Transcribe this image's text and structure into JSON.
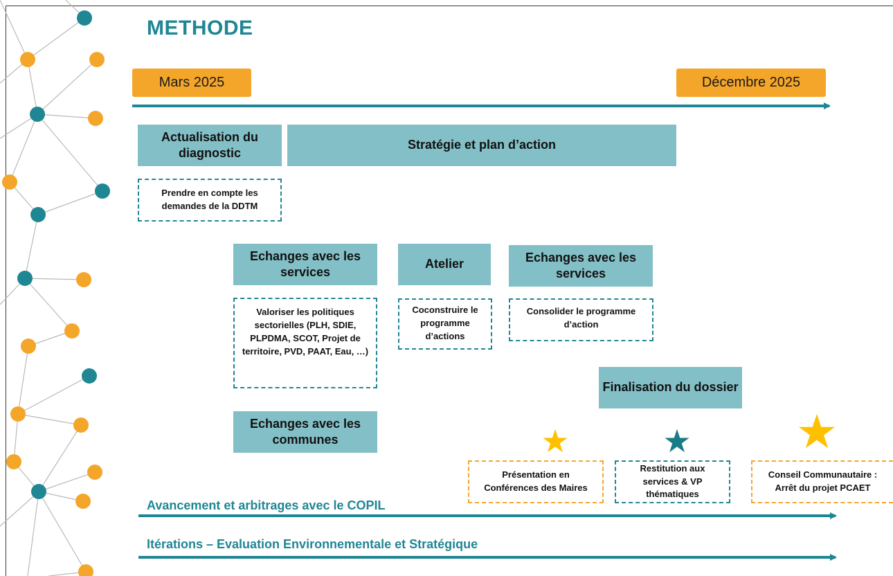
{
  "title": "METHODE",
  "timeline": {
    "start": "Mars 2025",
    "end": "Décembre 2025"
  },
  "phases": {
    "diagnostic": "Actualisation du diagnostic",
    "strategie": "Stratégie et plan d’action",
    "echanges_services_1": "Echanges avec les services",
    "atelier": "Atelier",
    "echanges_services_2": "Echanges avec les services",
    "finalisation": "Finalisation du dossier",
    "echanges_communes": "Echanges avec les communes"
  },
  "notes": {
    "ddtm": "Prendre en compte les demandes de la DDTM",
    "politiques": "Valoriser les politiques sectorielles (PLH, SDIE, PLPDMA, SCOT, Projet de territoire, PVD, PAAT, Eau, …)",
    "coconstruire": "Coconstruire le programme d’actions",
    "consolider": "Consolider le programme d’action"
  },
  "milestones": {
    "maires": "Présentation en Conférences des Maires",
    "restitution": "Restitution aux services & VP thématiques",
    "conseil": "Conseil Communautaire : Arrêt du projet PCAET"
  },
  "lanes": {
    "copil": "Avancement et arbitrages avec le COPIL",
    "evaluation": "Itérations – Evaluation Environnementale et Stratégique"
  },
  "colors": {
    "teal": "#1f8694",
    "teal_light": "#83bfc6",
    "orange": "#f4a62a",
    "gold": "#ffc000",
    "star_teal": "#1a7c86"
  }
}
